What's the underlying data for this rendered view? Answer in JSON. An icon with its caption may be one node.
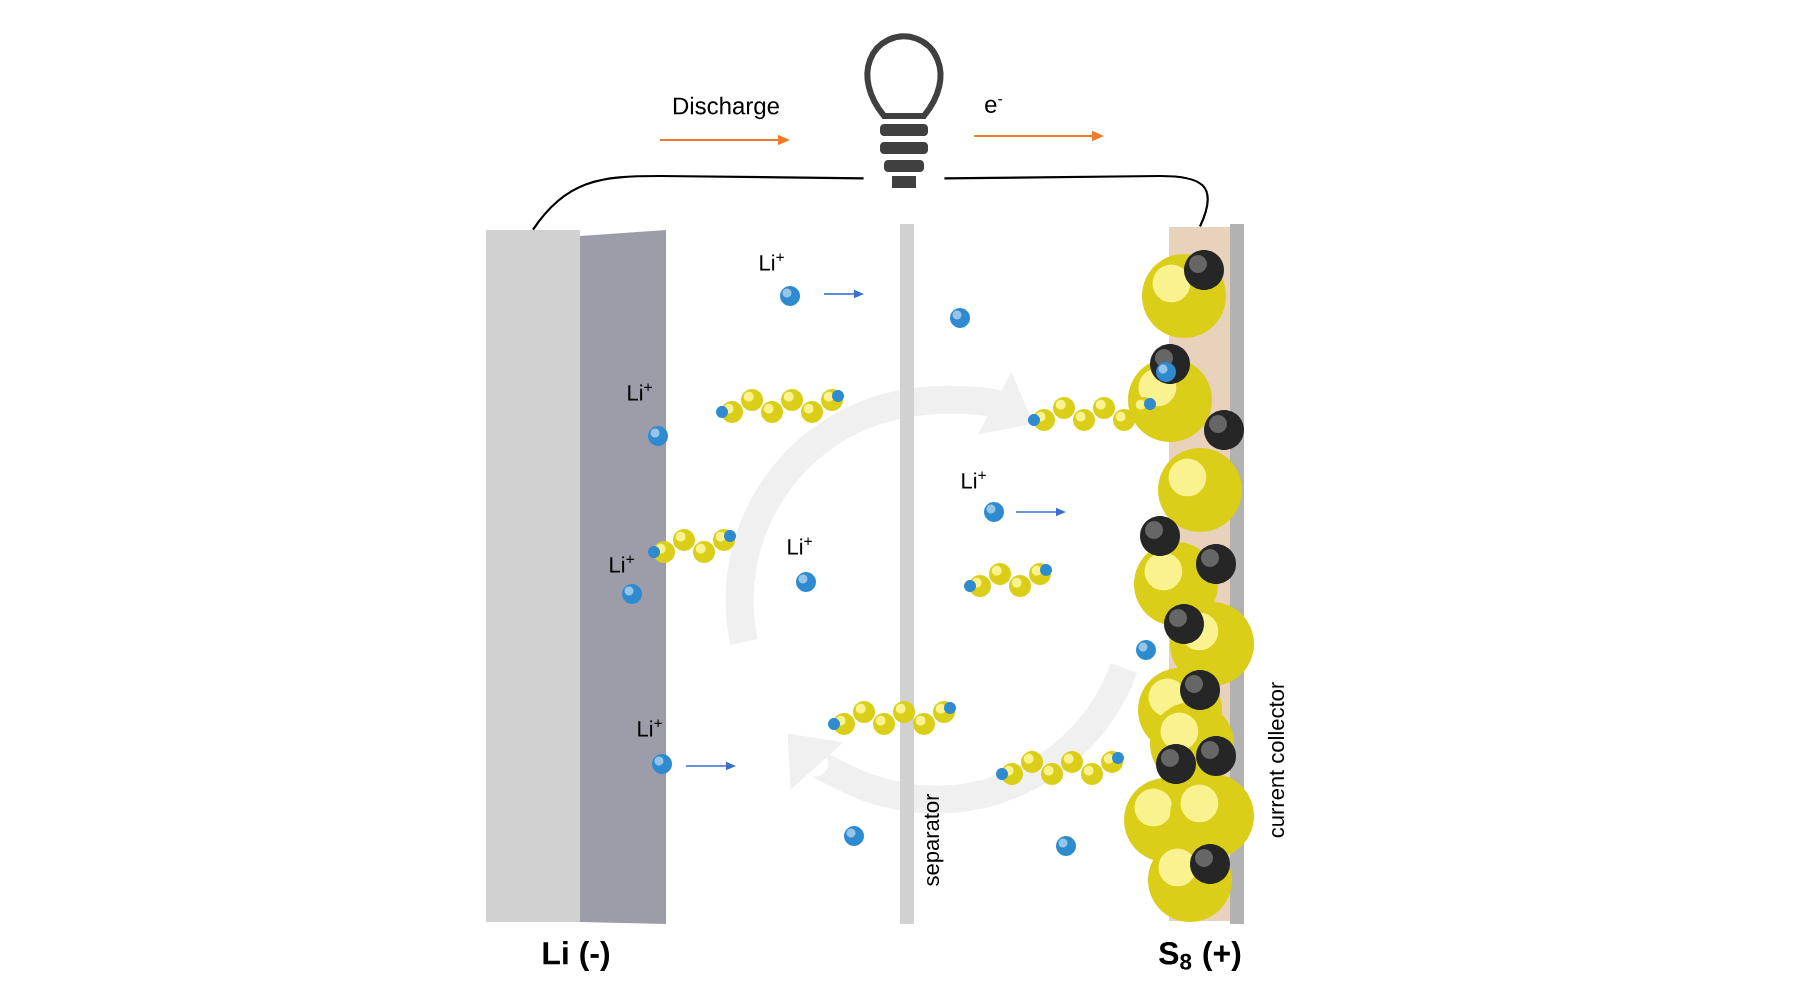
{
  "diagram": {
    "nodes": [
      {
        "text": [
          "Li (-)"
        ]
      },
      {
        "text": [
          "separator"
        ]
      },
      {
        "text": [
          "S$_{8}$ (+)"
        ],
        "beside": [
          "current collector"
        ]
      },
      {
        "text": [],
        "shape": "picture"
      }
    ],
    "edges": [
      {
        "from": 0,
        "to": 3,
        "arrow": "none"
      },
      {
        "from": 3,
        "to": 2,
        "arrow": "none"
      }
    ],
    "labels": [
      "Discharge",
      "e$^{-}$",
      "Li$^{+}$",
      "Li$^{+}$",
      "Li$^{+}$",
      "Li$^{+}$",
      "Li$^{+}$",
      "Li$^{+}$"
    ]
  }
}
